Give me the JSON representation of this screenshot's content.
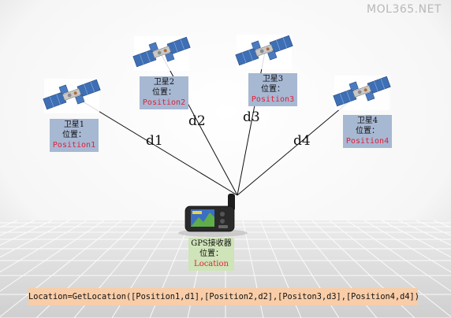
{
  "watermark": "MOL365.NET",
  "satellites": [
    {
      "name": "卫星1",
      "pos_label": "位置：",
      "position": "Position1"
    },
    {
      "name": "卫星2",
      "pos_label": "位置：",
      "position": "Position2"
    },
    {
      "name": "卫星3",
      "pos_label": "位置：",
      "position": "Position3"
    },
    {
      "name": "卫星4",
      "pos_label": "位置：",
      "position": "Position4"
    }
  ],
  "distances": [
    "d1",
    "d2",
    "d3",
    "d4"
  ],
  "receiver": {
    "name": "GPS接收器",
    "pos_label": "位置：",
    "position": "Location"
  },
  "formula": "Location=GetLocation([Position1,d1],[Position2,d2],[Positon3,d3],[Position4,d4])",
  "colors": {
    "satellite_label_bg": "#a7b8d3",
    "receiver_label_bg": "#cfe4b8",
    "formula_bg": "#f8cda8",
    "position_text": "#e0203a"
  }
}
